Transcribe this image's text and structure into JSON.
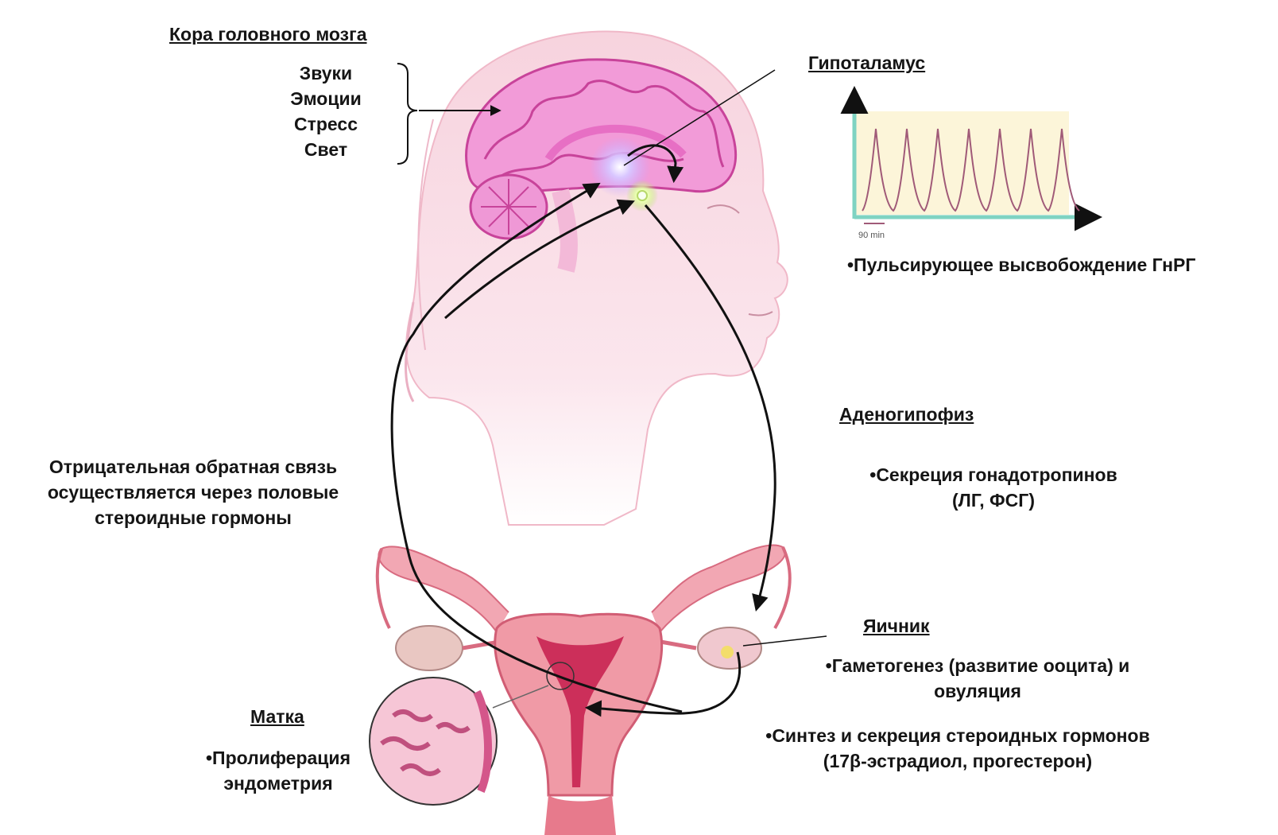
{
  "cortex": {
    "title": "Кора головного мозга",
    "inputs": [
      "Звуки",
      "Эмоции",
      "Стресс",
      "Свет"
    ]
  },
  "hypothalamus": {
    "title": "Гипоталамус",
    "pulse_label": "•Пульсирующее высвобождение ГнРГ",
    "interval_label": "90 min"
  },
  "adenohypophysis": {
    "title": "Аденогипофиз",
    "line1": "•Секреция гонадотропинов",
    "line2": "(ЛГ, ФСГ)"
  },
  "feedback": {
    "line1": "Отрицательная обратная связь",
    "line2": "осуществляется через половые",
    "line3": "стероидные гормоны"
  },
  "ovary": {
    "title": "Яичник",
    "line1": "•Гаметогенез (развитие ооцита) и",
    "line2": "овуляция",
    "line3": "•Синтез и секреция стероидных гормонов",
    "line4": "(17β-эстрадиол, прогестерон)"
  },
  "uterus": {
    "title": "Матка",
    "line1": "•Пролиферация",
    "line2": "эндометрия"
  },
  "colors": {
    "skin": "#f6d0dc",
    "brain": "#ec8ad0",
    "uterus": "#e77a8c",
    "pulse": "#a05a78",
    "axis": "#7fd3c2",
    "gland": "#c9a6ff"
  }
}
